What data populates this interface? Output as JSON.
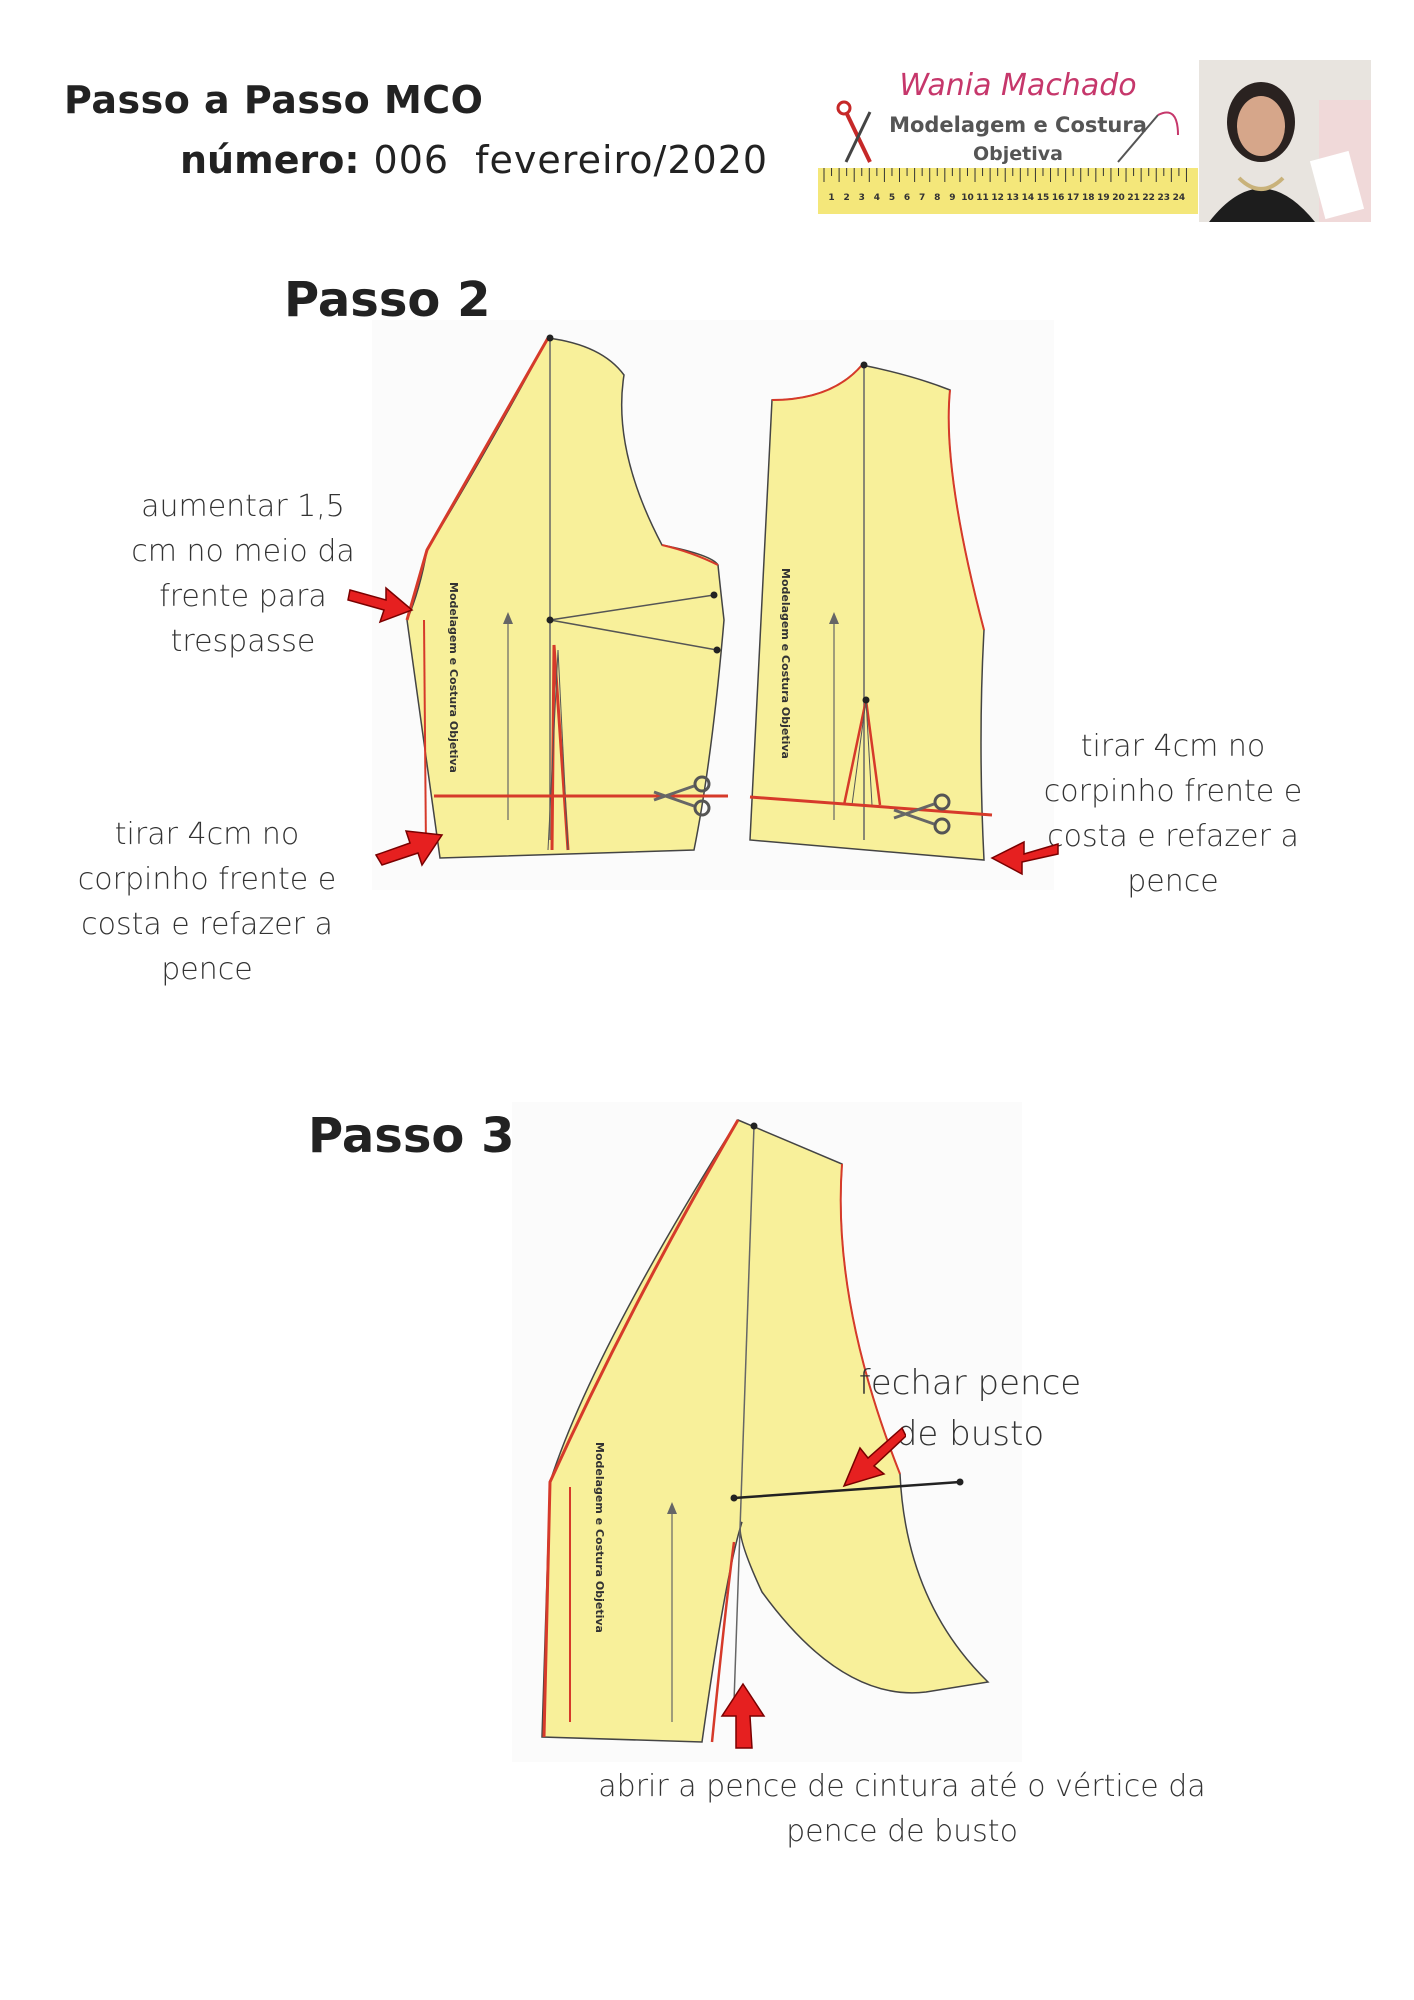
{
  "header": {
    "title_line1": "Passo a Passo MCO",
    "number_label": "número:",
    "number_value": "006",
    "date": "fevereiro/2020"
  },
  "logo": {
    "name": "Wania Machado",
    "subtitle_line1": "Modelagem e Costura",
    "subtitle_line2": "Objetiva",
    "ruler_numbers": [
      "1",
      "2",
      "3",
      "4",
      "5",
      "6",
      "7",
      "8",
      "9",
      "10",
      "11",
      "12",
      "13",
      "14",
      "15",
      "16",
      "17",
      "18",
      "19",
      "20",
      "21",
      "22",
      "23",
      "24"
    ]
  },
  "step2": {
    "heading": "Passo 2",
    "note_left_top": [
      "aumentar 1,5",
      "cm no meio da",
      "frente para",
      "trespasse"
    ],
    "note_left_bottom": [
      "tirar 4cm no",
      "corpinho frente e",
      "costa e refazer a",
      "pence"
    ],
    "note_right": [
      "tirar 4cm no",
      "corpinho frente e",
      "costa e refazer a",
      "pence"
    ],
    "pattern_label": "Modelagem e Costura Objetiva"
  },
  "step3": {
    "heading": "Passo 3",
    "note_bust": [
      "fechar pence",
      "de busto"
    ],
    "note_bottom": [
      "abrir a pence de cintura até o vértice da",
      "pence de busto"
    ],
    "pattern_label": "Modelagem e Costura Objetiva"
  },
  "colors": {
    "paper": "#f8f09a",
    "cut_line": "#d63a2a",
    "arrow": "#e62020",
    "guide": "#555555"
  }
}
